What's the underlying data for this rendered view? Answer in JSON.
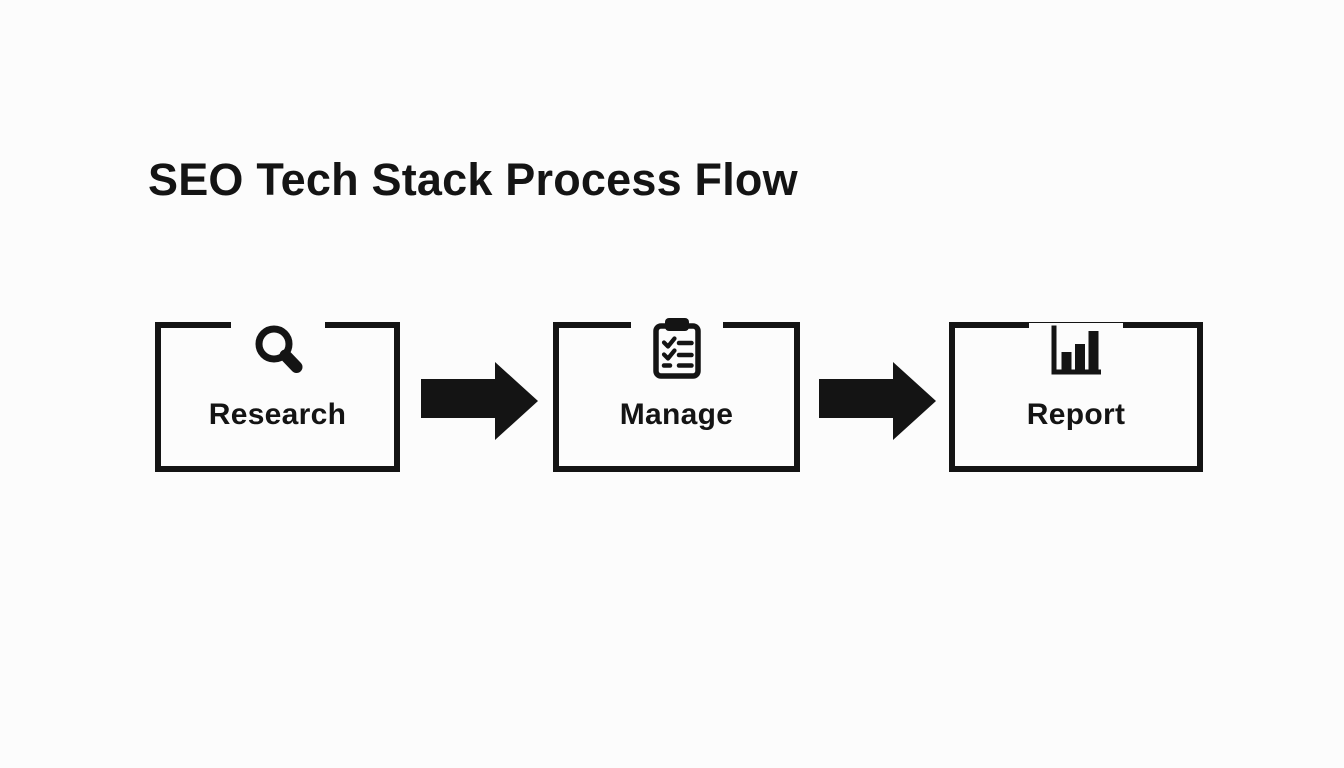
{
  "page": {
    "background": "#fcfcfc",
    "ink": "#141414",
    "title": "SEO Tech Stack Process Flow"
  },
  "flow": {
    "steps": [
      {
        "label": "Research",
        "icon": "search-icon"
      },
      {
        "label": "Manage",
        "icon": "clipboard-checklist-icon"
      },
      {
        "label": "Report",
        "icon": "bar-chart-icon"
      }
    ],
    "connectors": [
      {
        "type": "arrow-right"
      },
      {
        "type": "arrow-right"
      }
    ]
  }
}
